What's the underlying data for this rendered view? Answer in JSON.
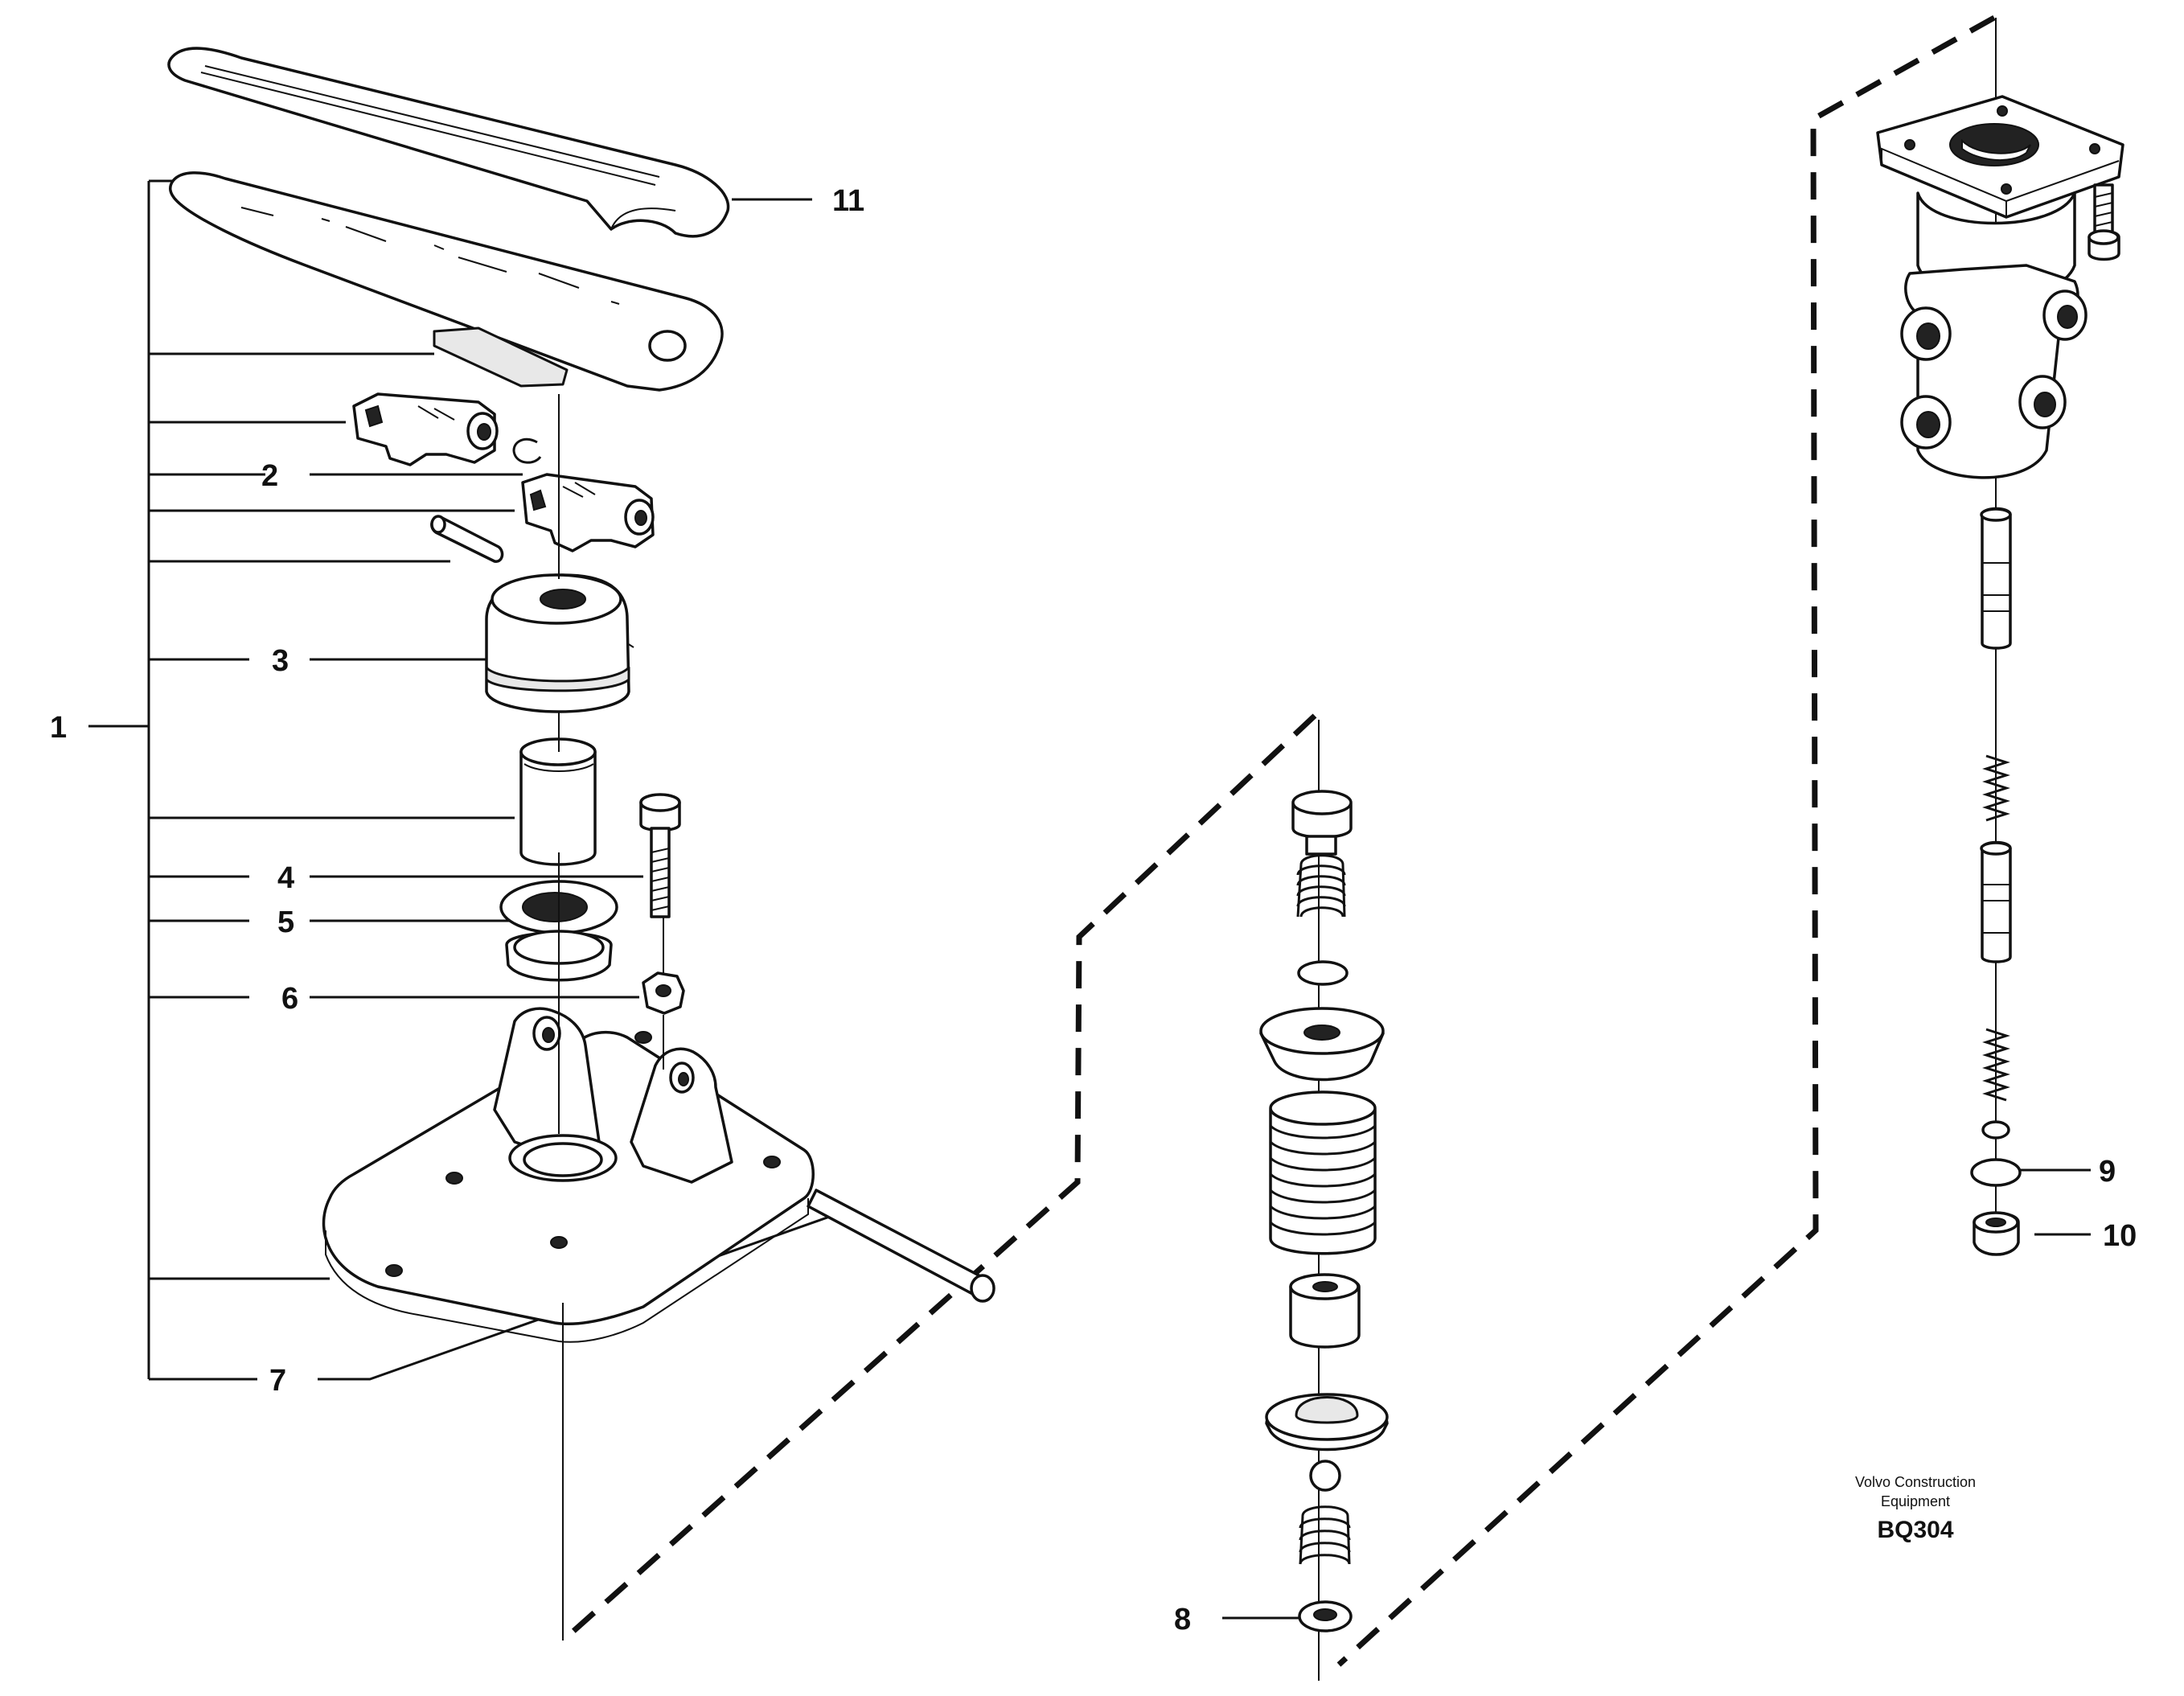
{
  "callouts": [
    {
      "id": "c1",
      "text": "1"
    },
    {
      "id": "c2",
      "text": "2"
    },
    {
      "id": "c3",
      "text": "3"
    },
    {
      "id": "c4",
      "text": "4"
    },
    {
      "id": "c5",
      "text": "5"
    },
    {
      "id": "c6",
      "text": "6"
    },
    {
      "id": "c7",
      "text": "7"
    },
    {
      "id": "c8",
      "text": "8"
    },
    {
      "id": "c9",
      "text": "9"
    },
    {
      "id": "c10",
      "text": "10"
    },
    {
      "id": "c11",
      "text": "11"
    }
  ],
  "brand": {
    "line1": "Volvo Construction",
    "line2": "Equipment",
    "code": "BQ304"
  }
}
